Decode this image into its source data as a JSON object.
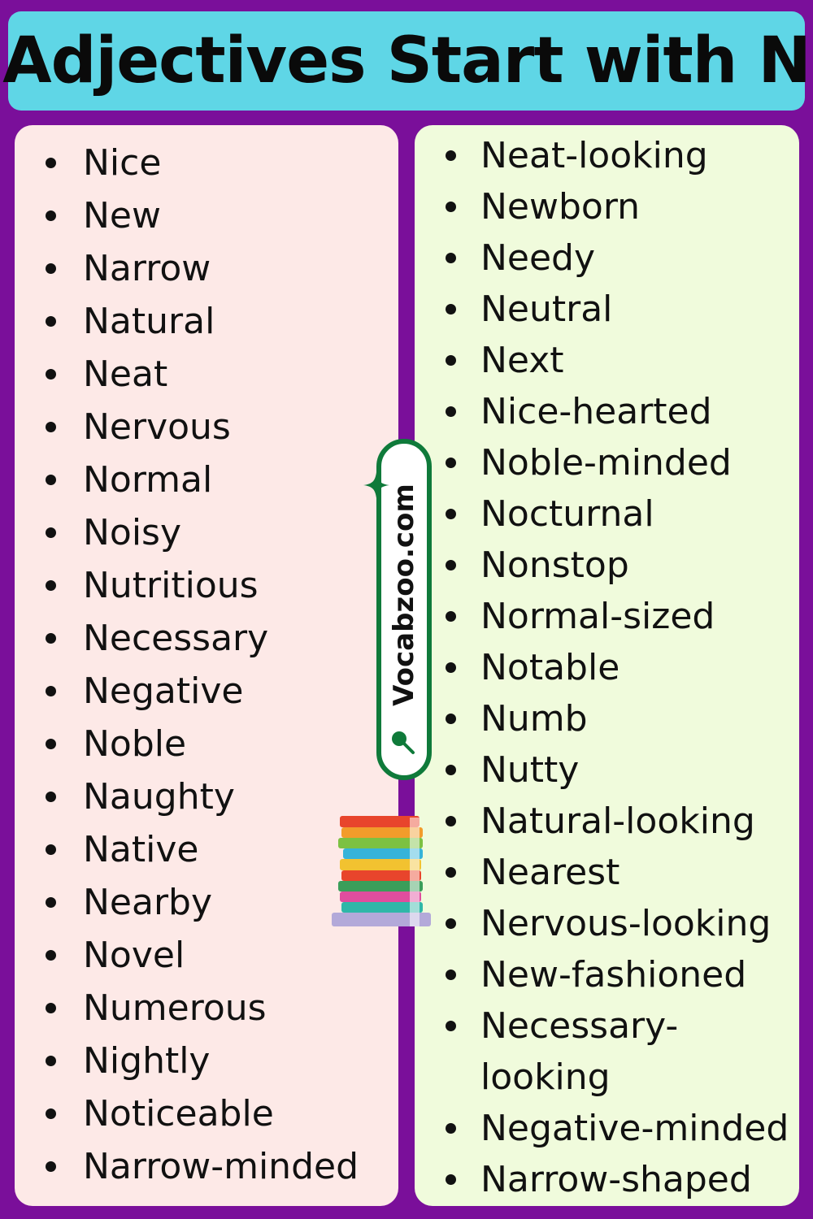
{
  "header": {
    "title": "Adjectives Start with N"
  },
  "left_words": [
    "Nice",
    "New",
    "Narrow",
    "Natural",
    "Neat",
    "Nervous",
    "Normal",
    "Noisy",
    "Nutritious",
    "Necessary",
    "Negative",
    "Noble",
    "Naughty",
    "Native",
    "Nearby",
    "Novel",
    "Numerous",
    "Nightly",
    "Noticeable",
    "Narrow-minded"
  ],
  "right_words": [
    "Neat-looking",
    "Newborn",
    "Needy",
    "Neutral",
    "Next",
    "Nice-hearted",
    "Noble-minded",
    "Nocturnal",
    "Nonstop",
    "Normal-sized",
    "Notable",
    "Numb",
    "Nutty",
    "Natural-looking",
    "Nearest",
    "Nervous-looking",
    "New-fashioned",
    "Necessary-looking",
    "Negative-minded",
    "Narrow-shaped"
  ],
  "logo": {
    "text": "Vocabzoo.com",
    "icon": "magnifier-icon",
    "sparkle": "sparkle-icon"
  },
  "decor": {
    "books": "books-stack-icon"
  },
  "colors": {
    "background": "#7a0f9a",
    "header": "#5fd6e6",
    "left_panel": "#fde9e7",
    "right_panel": "#f0fbdc",
    "logo_border": "#0f7a3a"
  }
}
